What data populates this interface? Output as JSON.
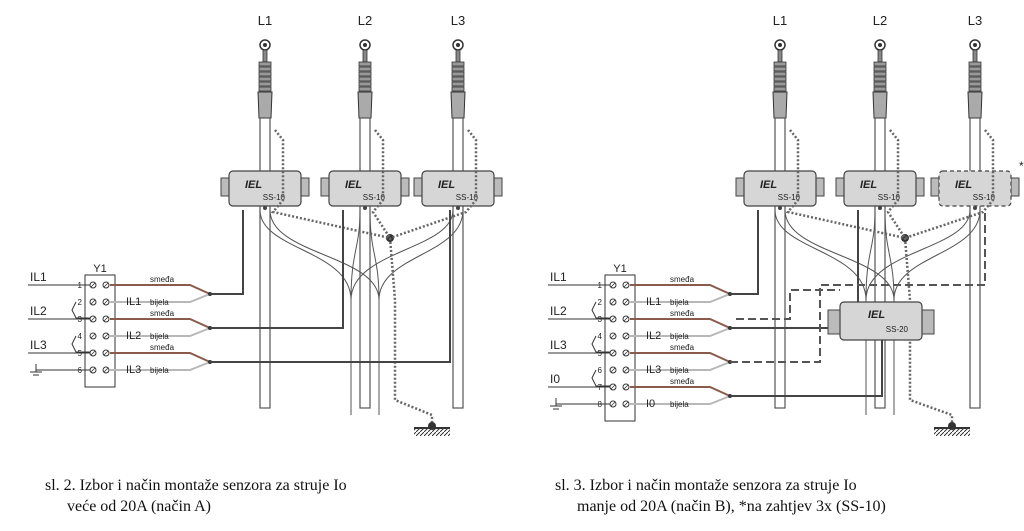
{
  "left": {
    "phases": [
      "L1",
      "L2",
      "L3"
    ],
    "sensor_brand": "IEL",
    "sensor_model": "SS-10",
    "terminal_block": "Y1",
    "terminal_numbers": [
      "1",
      "2",
      "3",
      "4",
      "5",
      "6"
    ],
    "signals": [
      "IL1",
      "IL2",
      "IL3"
    ],
    "wire_labels": [
      "IL1",
      "IL2",
      "IL3"
    ],
    "brown": "smeđa",
    "white": "bijela",
    "caption_line1": "sl. 2. Izbor i način montaže senzora za struje Io",
    "caption_line2": "veće od 20A (način A)"
  },
  "right": {
    "phases": [
      "L1",
      "L2",
      "L3"
    ],
    "sensor_brand": "IEL",
    "sensor_model": "SS-10",
    "sensor_big_model": "SS-20",
    "asterisk": "*",
    "terminal_block": "Y1",
    "terminal_numbers": [
      "1",
      "2",
      "3",
      "4",
      "5",
      "6",
      "7",
      "8"
    ],
    "signals": [
      "IL1",
      "IL2",
      "IL3",
      "I0"
    ],
    "wire_labels": [
      "IL1",
      "IL2",
      "IL3",
      "I0"
    ],
    "brown": "smeđa",
    "white": "bijela",
    "caption_line1": "sl. 3. Izbor i način montaže senzora za struje Io",
    "caption_line2": "manje od 20A (način B), *na zahtjev 3x (SS-10)"
  },
  "colors": {
    "line": "#444444",
    "brown": "#8a5a4a",
    "white_wire": "#b8b8b8",
    "sensor_fill": "#d6d6d6",
    "dot": "#666666"
  }
}
